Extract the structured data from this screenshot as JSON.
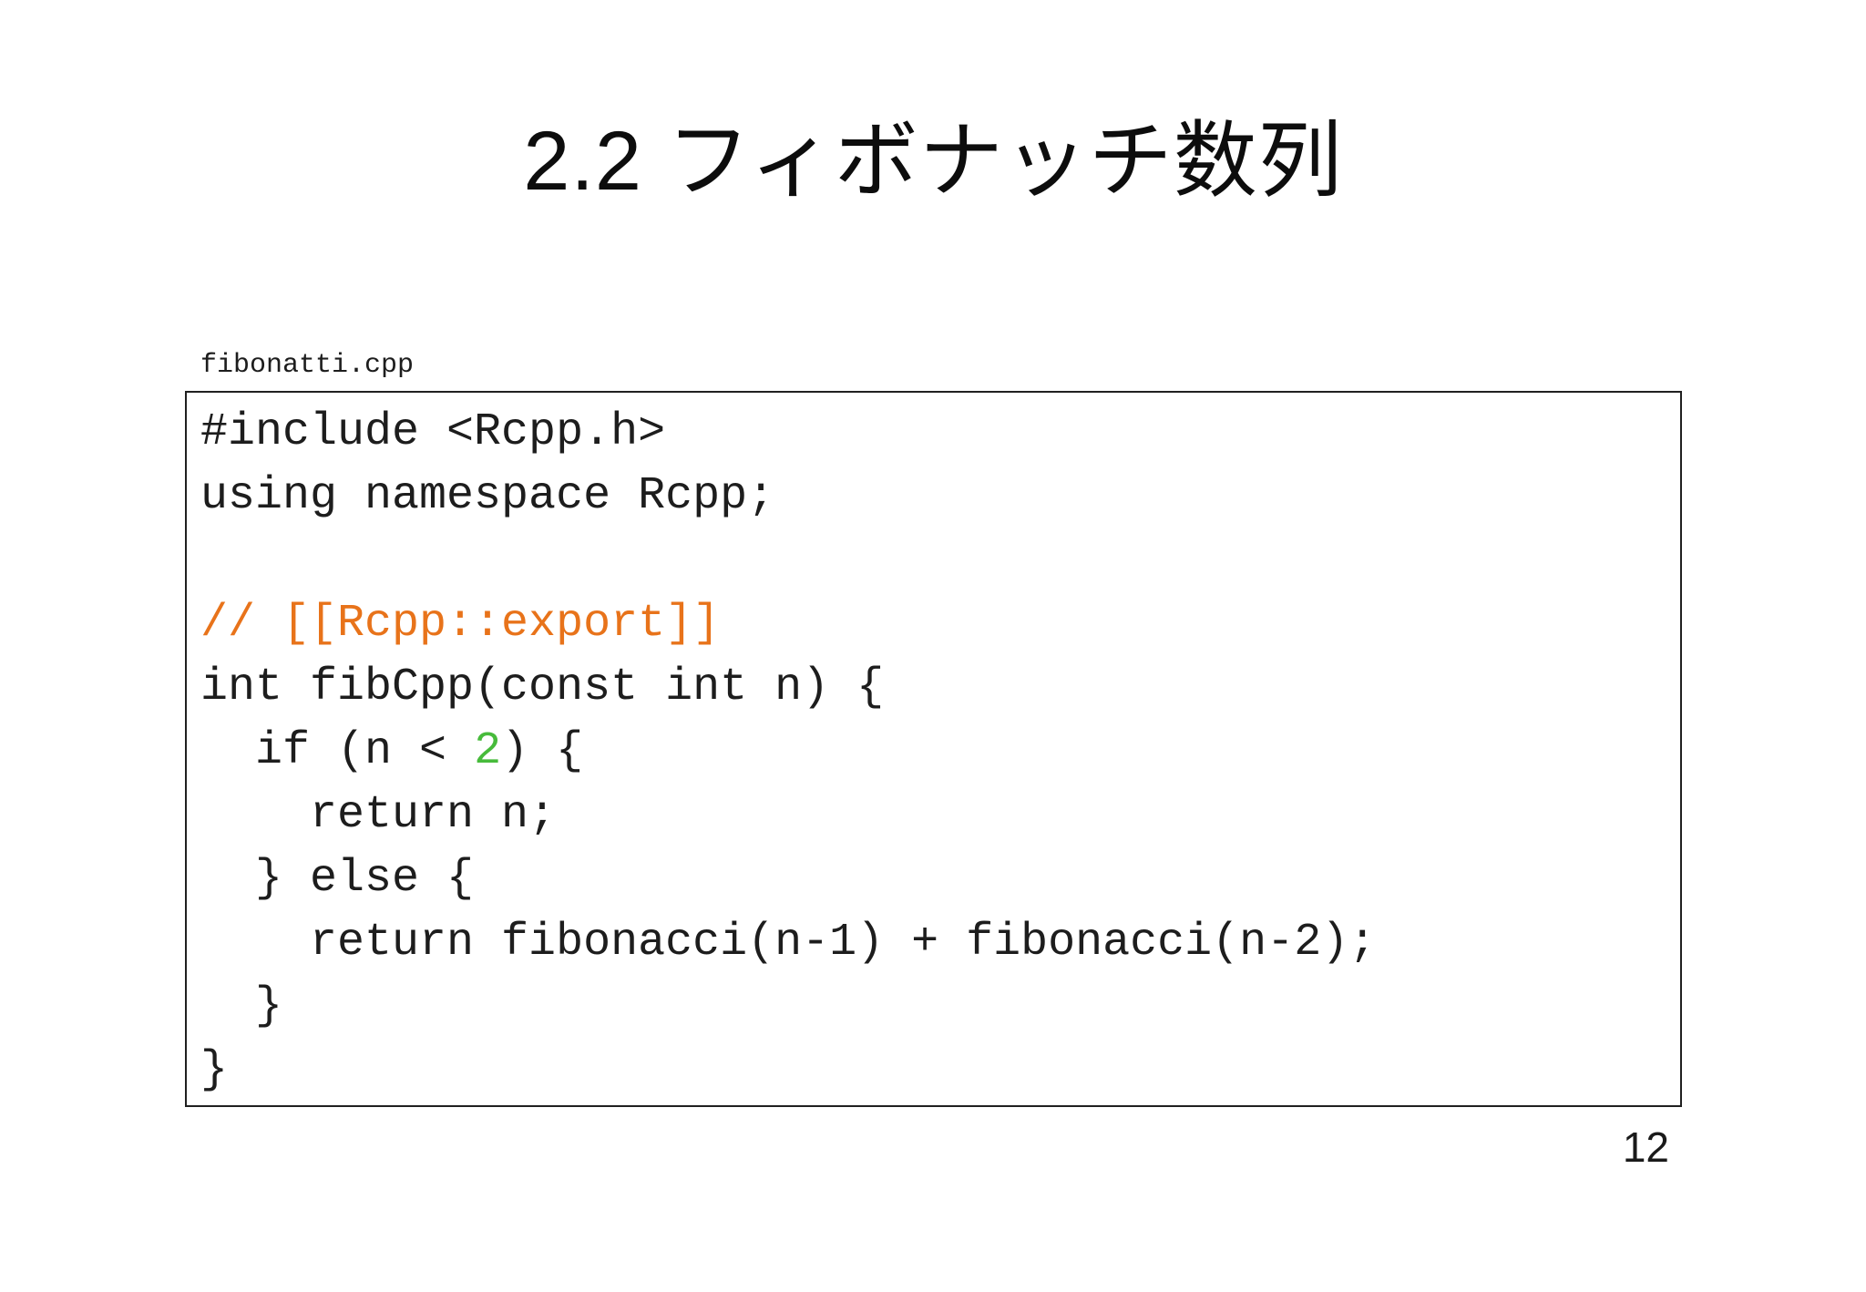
{
  "slide": {
    "title": "2.2 フィボナッチ数列",
    "page_number": "12"
  },
  "colors": {
    "text": "#1d1d1d",
    "comment": "#e8731a",
    "number": "#47bb3b",
    "border": "#202020",
    "background": "#ffffff"
  },
  "code_panel": {
    "filename": "fibonatti.cpp",
    "lines": [
      [
        {
          "t": "#include <Rcpp.h>"
        }
      ],
      [
        {
          "t": "using namespace Rcpp;"
        }
      ],
      [],
      [
        {
          "t": "// [[Rcpp::export]]",
          "c": "comment"
        }
      ],
      [
        {
          "t": "int fibCpp(const int n) {"
        }
      ],
      [
        {
          "t": "  if (n < "
        },
        {
          "t": "2",
          "c": "number"
        },
        {
          "t": ") {"
        }
      ],
      [
        {
          "t": "    return n;"
        }
      ],
      [
        {
          "t": "  } else {"
        }
      ],
      [
        {
          "t": "    return fibonacci(n-1) + fibonacci(n-2);"
        }
      ],
      [
        {
          "t": "  }"
        }
      ],
      [
        {
          "t": "}"
        }
      ]
    ]
  }
}
